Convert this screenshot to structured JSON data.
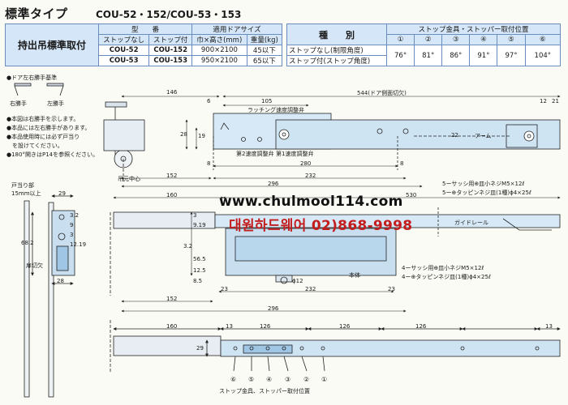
{
  "header": {
    "title": "標準タイプ",
    "models": "COU-52・152/COU-53・153"
  },
  "spec_table": {
    "title": "持出吊標準取付",
    "col_model": "型　　番",
    "col_door": "適用ドアサイズ",
    "sub_no_stop": "ストップなし",
    "sub_with_stop": "ストップ付",
    "sub_size": "巾×高さ(mm)",
    "sub_weight": "重量(kg)",
    "rows": [
      {
        "no_stop": "COU-52",
        "with_stop": "COU-152",
        "size": "900×2100",
        "weight": "45以下"
      },
      {
        "no_stop": "COU-53",
        "with_stop": "COU-153",
        "size": "950×2100",
        "weight": "65以下"
      }
    ]
  },
  "stop_table": {
    "kind_label": "種　　別",
    "position_label": "ストップ金具・ストッパー取付位置",
    "row_no_stop": "ストップなし(制限角度)",
    "row_with_stop": "ストップ付(ストップ角度)",
    "positions": [
      "①",
      "②",
      "③",
      "④",
      "⑤",
      "⑥"
    ],
    "angles": [
      "76°",
      "81°",
      "86°",
      "91°",
      "97°",
      "104°"
    ]
  },
  "notes": {
    "door_hand": "●ドア左右勝手基準",
    "right_hand": "右勝手",
    "left_hand": "左勝手",
    "n1": "●本図は右勝手を示します。",
    "n2": "●本品には左右勝手があります。",
    "n3": "●本品使用時には必ず戸当り",
    "n4": "　を設けてください。",
    "n5": "●180°開きはP14を参照ください。",
    "doorstop": "戸当り部",
    "doorstop_size": "15mm以上"
  },
  "labels": {
    "ratchet": "ラッチング速度調整弁",
    "valve2": "第2速度調整弁",
    "valve1": "第1速度調整弁",
    "arm": "アーム",
    "pivot_center": "吊元中心",
    "guide_rail": "ガイドレール",
    "body": "本体",
    "door_cut": "扉切欠",
    "screw5a": "5ーサッシ用⊕皿小ネジM5×12ℓ",
    "screw5b": "5ー⊕タッピンネジ皿(1種)ϕ4×25ℓ",
    "screw4a": "4ーサッシ用⊕皿小ネジM5×12ℓ",
    "screw4b": "4ー⊕タッピンネジ皿(1種)ϕ4×25ℓ",
    "stop_caption": "ストップ金具、ストッパー取付位置",
    "circled": [
      "⑥",
      "⑤",
      "④",
      "③",
      "②",
      "①"
    ]
  },
  "dimensions": {
    "d146": "146",
    "d544": "544(ドア側面切欠)",
    "d6": "6",
    "d105": "105",
    "d12": "12",
    "d21": "21",
    "d28": "28",
    "d19": "19",
    "d22": "22",
    "d8a": "8",
    "d280": "280",
    "d8b": "8",
    "d152a": "152",
    "d232a": "232",
    "d296a": "296",
    "d160a": "160",
    "d530": "530",
    "d29a": "29",
    "d3_2a": "3.2",
    "d9a": "9",
    "d3a": "3",
    "d12_19": "12.19",
    "d68_2": "68.2",
    "d28b": "28",
    "d3b": "3",
    "d9_19": "9.19",
    "d3_2b": "3.2",
    "d56_5": "56.5",
    "d12_5": "12.5",
    "d8_5": "8.5",
    "d_phi12": "ϕ12",
    "d23a": "23",
    "d232b": "232",
    "d23b": "23",
    "d152b": "152",
    "d296b": "296",
    "d160b": "160",
    "d13a": "13",
    "d126a": "126",
    "d126b": "126",
    "d126c": "126",
    "d13b": "13",
    "d29b": "29"
  },
  "watermark": {
    "url": "www.chulmool114.com",
    "company": "대원하드웨어 02)868-9998"
  }
}
